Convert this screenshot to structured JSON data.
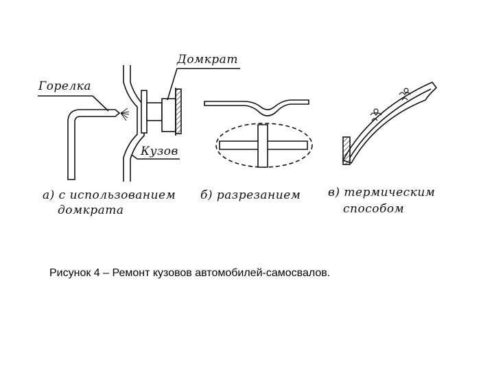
{
  "labels": {
    "torch": "Горелка",
    "jack": "Домкрат",
    "body": "Кузов"
  },
  "captions": {
    "a_line1": "а) с использованием",
    "a_line2": "домкрата",
    "b": "б) разрезанием",
    "c_line1": "в) термическим",
    "c_line2": "способом"
  },
  "figure_caption": "Рисунок 4 – Ремонт кузовов автомобилей-самосвалов."
}
